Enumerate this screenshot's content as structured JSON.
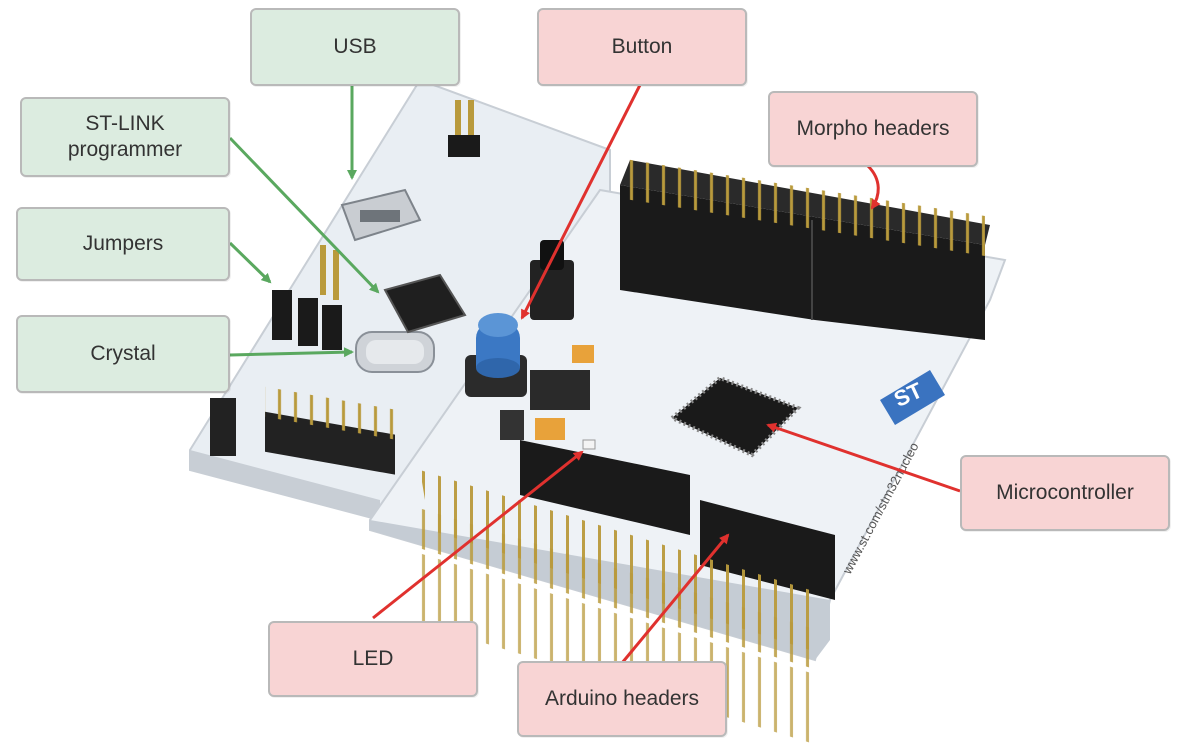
{
  "callouts": {
    "usb": "USB",
    "stlink_line1": "ST-LINK",
    "stlink_line2": "programmer",
    "jumpers": "Jumpers",
    "crystal": "Crystal",
    "button": "Button",
    "morpho": "Morpho headers",
    "microcontroller": "Microcontroller",
    "led": "LED",
    "arduino": "Arduino headers"
  },
  "colors": {
    "green_box": "#dcece0",
    "red_box": "#f8d4d4",
    "green_arrow": "#5aa85f",
    "red_arrow": "#e0312e",
    "board": "#eef2f6",
    "header_black": "#1a1a1a",
    "pin_gold": "#b99a3c",
    "button_blue": "#3b78c4"
  },
  "board": {
    "silk_url": "www.st.com/stm32nucleo",
    "logo": "ST"
  }
}
